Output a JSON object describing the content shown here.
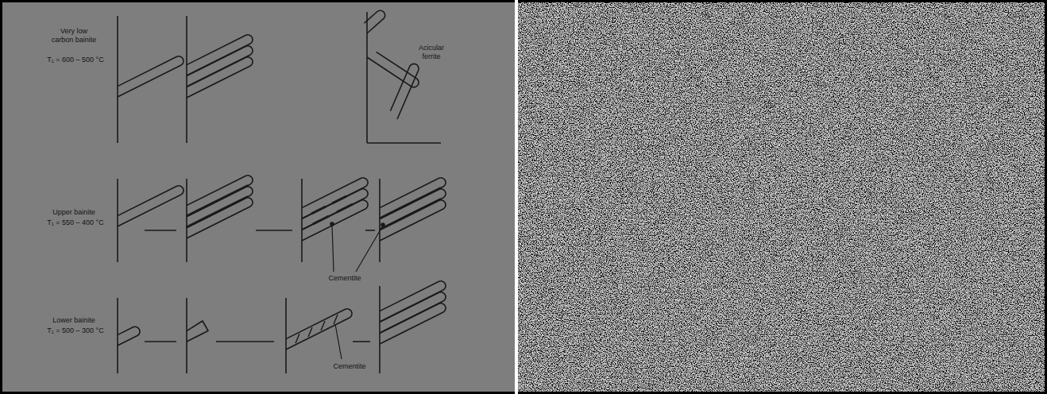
{
  "diagram": {
    "labels": [
      "Very low carbon bainite",
      "T₁ = 600 – 500 °C",
      "Acicular ferrite",
      "Upper bainite",
      "T₁ = 550 – 400 °C",
      "Cementite",
      "Lower bainite",
      "T₁ = 500 – 300 °C",
      "Cementite"
    ]
  }
}
